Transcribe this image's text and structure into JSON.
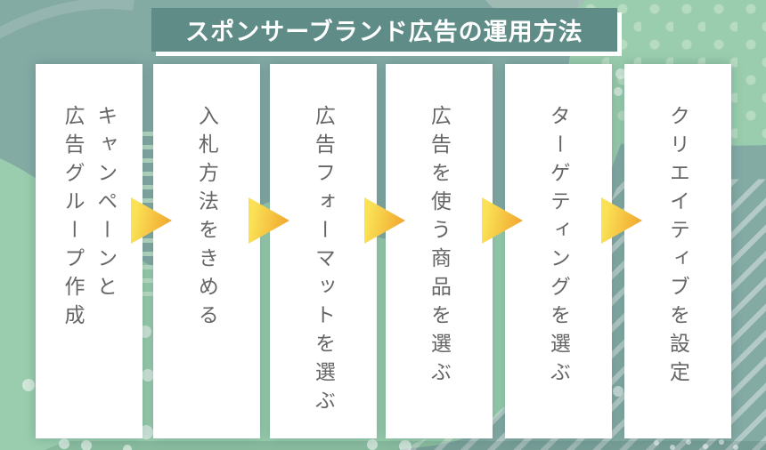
{
  "title": {
    "text": "スポンサーブランド広告の運用方法"
  },
  "steps": [
    {
      "label": "キャンペーンと\n広告グループ作成"
    },
    {
      "label": "入札方法をきめる"
    },
    {
      "label": "広告フォーマットを選ぶ"
    },
    {
      "label": "広告を使う商品を選ぶ"
    },
    {
      "label": "ターゲティングを選ぶ"
    },
    {
      "label": "クリエイティブを設定"
    }
  ],
  "colors": {
    "background_teal": "#84aaa4",
    "mint_green": "#99cdad",
    "banner_teal": "#5f8c87",
    "arrow_yellow_light": "#fae155",
    "arrow_orange": "#f2ab33",
    "step_text": "#666666",
    "polka_dot": "#b7dbc0",
    "card_white": "#ffffff"
  }
}
